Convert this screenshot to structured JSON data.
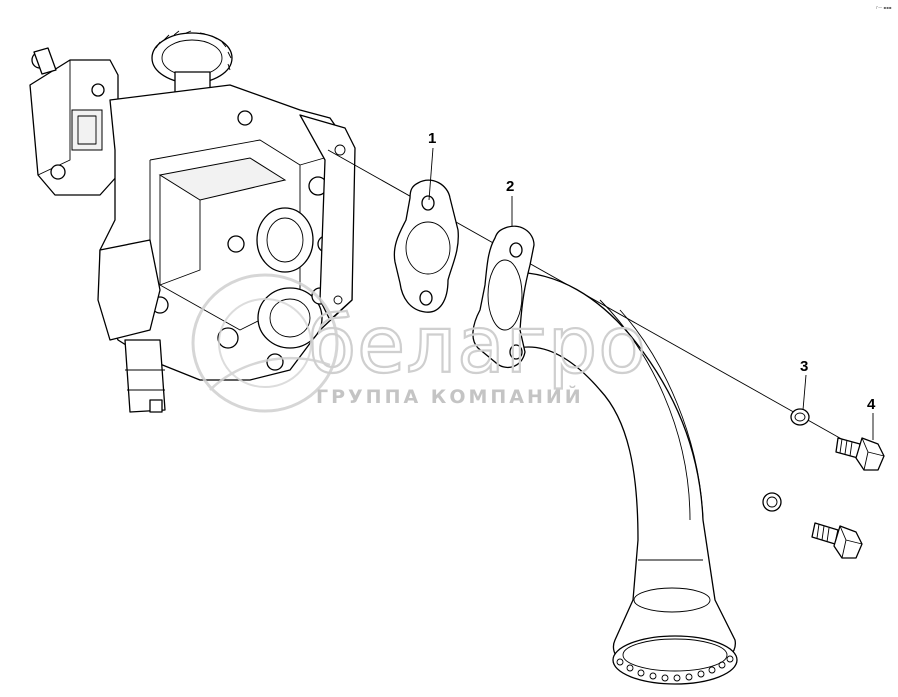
{
  "callouts": [
    {
      "id": "1",
      "text": "1"
    },
    {
      "id": "2",
      "text": "2"
    },
    {
      "id": "3",
      "text": "3"
    },
    {
      "id": "4",
      "text": "4"
    }
  ],
  "watermark": {
    "brand": "белагро",
    "tagline": "ГРУППА КОМПАНИЙ"
  },
  "corner_mark": "г— ▪▪▪",
  "colors": {
    "line": "#000000",
    "background": "#ffffff",
    "watermark": "#cfcfcf"
  }
}
